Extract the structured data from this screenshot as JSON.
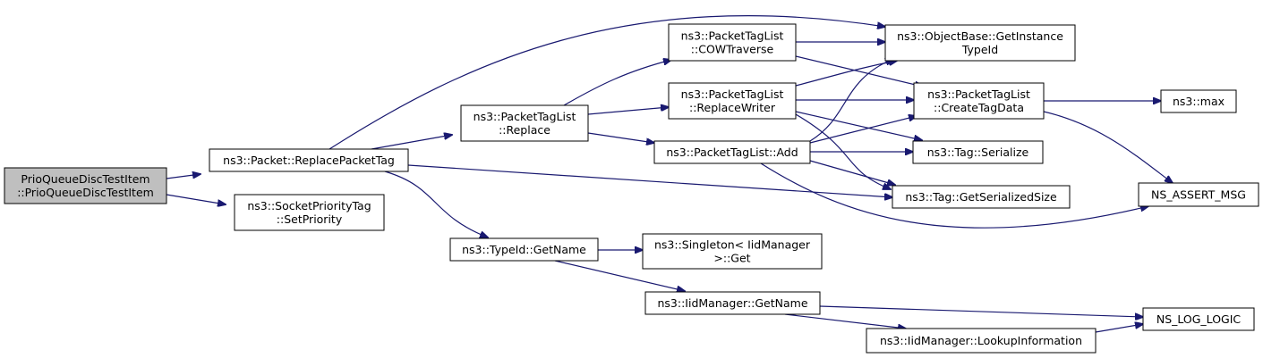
{
  "diagram": {
    "type": "call-graph",
    "colors": {
      "edge": "#191970",
      "root_fill": "#bfbfbf",
      "node_fill": "#ffffff",
      "border": "#000000"
    },
    "nodes": [
      {
        "id": "root",
        "lines": [
          "PrioQueueDiscTestItem",
          "::PrioQueueDiscTestItem"
        ]
      },
      {
        "id": "replacePacketTag",
        "lines": [
          "ns3::Packet::ReplacePacketTag"
        ]
      },
      {
        "id": "setPriority",
        "lines": [
          "ns3::SocketPriorityTag",
          "::SetPriority"
        ]
      },
      {
        "id": "replace",
        "lines": [
          "ns3::PacketTagList",
          "::Replace"
        ]
      },
      {
        "id": "typeIdGetName",
        "lines": [
          "ns3::TypeId::GetName"
        ]
      },
      {
        "id": "cowTraverse",
        "lines": [
          "ns3::PacketTagList",
          "::COWTraverse"
        ]
      },
      {
        "id": "replaceWriter",
        "lines": [
          "ns3::PacketTagList",
          "::ReplaceWriter"
        ]
      },
      {
        "id": "add",
        "lines": [
          "ns3::PacketTagList::Add"
        ]
      },
      {
        "id": "singletonGet",
        "lines": [
          "ns3::Singleton< IidManager",
          ">::Get"
        ]
      },
      {
        "id": "iidGetName",
        "lines": [
          "ns3::IidManager::GetName"
        ]
      },
      {
        "id": "getInstanceTypeId",
        "lines": [
          "ns3::ObjectBase::GetInstance",
          "TypeId"
        ]
      },
      {
        "id": "createTagData",
        "lines": [
          "ns3::PacketTagList",
          "::CreateTagData"
        ]
      },
      {
        "id": "tagSerialize",
        "lines": [
          "ns3::Tag::Serialize"
        ]
      },
      {
        "id": "tagGetSerializedSize",
        "lines": [
          "ns3::Tag::GetSerializedSize"
        ]
      },
      {
        "id": "lookupInformation",
        "lines": [
          "ns3::IidManager::LookupInformation"
        ]
      },
      {
        "id": "max",
        "lines": [
          "ns3::max"
        ]
      },
      {
        "id": "nsAssertMsg",
        "lines": [
          "NS_ASSERT_MSG"
        ]
      },
      {
        "id": "nsLogLogic",
        "lines": [
          "NS_LOG_LOGIC"
        ]
      }
    ],
    "edges": [
      {
        "from": "root",
        "to": "replacePacketTag"
      },
      {
        "from": "root",
        "to": "setPriority"
      },
      {
        "from": "replacePacketTag",
        "to": "getInstanceTypeId"
      },
      {
        "from": "replacePacketTag",
        "to": "replace"
      },
      {
        "from": "replacePacketTag",
        "to": "tagGetSerializedSize"
      },
      {
        "from": "replacePacketTag",
        "to": "typeIdGetName"
      },
      {
        "from": "replace",
        "to": "cowTraverse"
      },
      {
        "from": "replace",
        "to": "replaceWriter"
      },
      {
        "from": "replace",
        "to": "add"
      },
      {
        "from": "cowTraverse",
        "to": "getInstanceTypeId"
      },
      {
        "from": "cowTraverse",
        "to": "createTagData"
      },
      {
        "from": "replaceWriter",
        "to": "getInstanceTypeId"
      },
      {
        "from": "replaceWriter",
        "to": "createTagData"
      },
      {
        "from": "replaceWriter",
        "to": "tagSerialize"
      },
      {
        "from": "replaceWriter",
        "to": "tagGetSerializedSize"
      },
      {
        "from": "add",
        "to": "getInstanceTypeId"
      },
      {
        "from": "add",
        "to": "createTagData"
      },
      {
        "from": "add",
        "to": "tagSerialize"
      },
      {
        "from": "add",
        "to": "tagGetSerializedSize"
      },
      {
        "from": "add",
        "to": "nsAssertMsg"
      },
      {
        "from": "createTagData",
        "to": "max"
      },
      {
        "from": "createTagData",
        "to": "nsAssertMsg"
      },
      {
        "from": "typeIdGetName",
        "to": "singletonGet"
      },
      {
        "from": "typeIdGetName",
        "to": "iidGetName"
      },
      {
        "from": "iidGetName",
        "to": "nsLogLogic"
      },
      {
        "from": "iidGetName",
        "to": "lookupInformation"
      },
      {
        "from": "lookupInformation",
        "to": "nsLogLogic"
      }
    ]
  }
}
